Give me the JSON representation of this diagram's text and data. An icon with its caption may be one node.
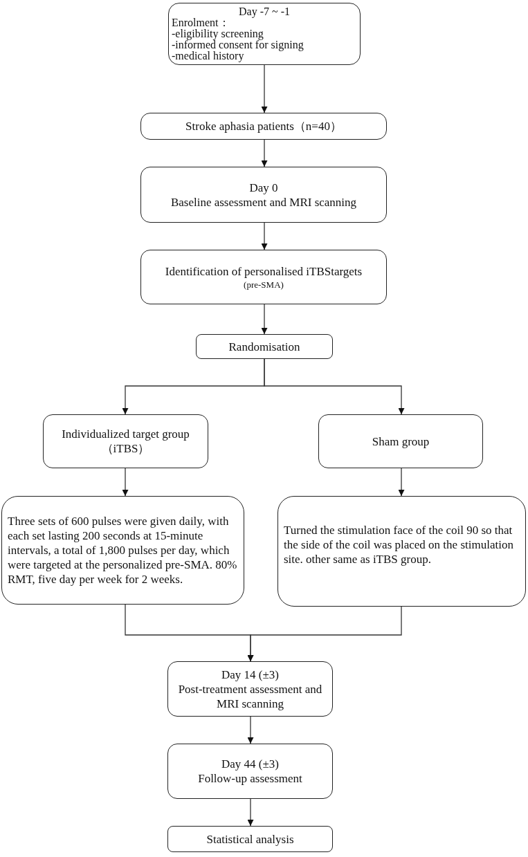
{
  "diagram": {
    "nodes": [
      {
        "text": [
          "Day -7 ~ -1",
          "Enrolment：",
          "-eligibility screening",
          "-informed consent for signing",
          "-medical history"
        ]
      },
      {
        "text": [
          "Stroke aphasia patients（n=40）"
        ]
      },
      {
        "text": [
          "Day 0",
          "Baseline assessment and MRI scanning"
        ]
      },
      {
        "text": [
          "Identification of personalised iTBStargets",
          "(pre-SMA)"
        ]
      },
      {
        "text": [
          "Randomisation"
        ]
      },
      {
        "text": [
          "Individualized target group （iTBS）"
        ]
      },
      {
        "text": [
          "Sham group"
        ]
      },
      {
        "text": [
          "Three sets of 600 pulses were given daily, with each set lasting 200 seconds at 15-minute intervals, a total of 1,800 pulses per day, which were targeted at the personalized pre-SMA. 80% RMT, five day per week for 2 weeks."
        ]
      },
      {
        "text": [
          "Turned the stimulation face of the coil 90 so that the side of the coil was placed on the stimulation site. other same as iTBS group."
        ]
      },
      {
        "text": [
          "Day 14 (±3)",
          "Post-treatment assessment and MRI scanning"
        ]
      },
      {
        "text": [
          "Day 44 (±3)",
          "Follow-up assessment"
        ]
      },
      {
        "text": [
          "Statistical analysis"
        ]
      }
    ],
    "edges": [
      {
        "from": 0,
        "to": 1,
        "arrow": "to"
      },
      {
        "from": 1,
        "to": 2,
        "arrow": "to"
      },
      {
        "from": 2,
        "to": 3,
        "arrow": "to"
      },
      {
        "from": 3,
        "to": 4,
        "arrow": "to"
      },
      {
        "from": 4,
        "to": 5,
        "arrow": "to"
      },
      {
        "from": 4,
        "to": 6,
        "arrow": "to"
      },
      {
        "from": 5,
        "to": 7,
        "arrow": "to"
      },
      {
        "from": 6,
        "to": 8,
        "arrow": "to"
      },
      {
        "from": 7,
        "to": 9,
        "arrow": "to"
      },
      {
        "from": 8,
        "to": 9,
        "arrow": "to"
      },
      {
        "from": 9,
        "to": 10,
        "arrow": "to"
      },
      {
        "from": 10,
        "to": 11,
        "arrow": "to"
      }
    ]
  }
}
